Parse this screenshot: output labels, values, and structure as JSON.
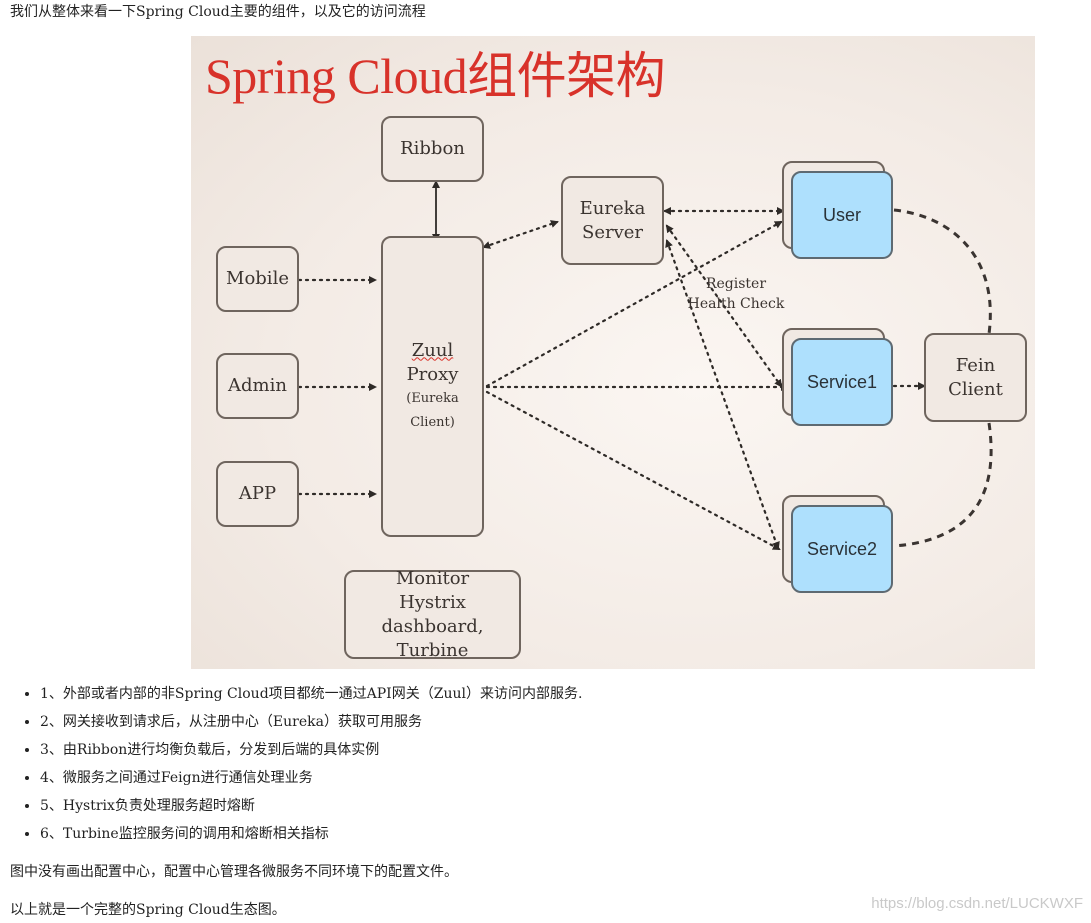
{
  "intro": "我们从整体来看一下Spring Cloud主要的组件，以及它的访问流程",
  "figure": {
    "title": "Spring Cloud组件架构",
    "nodes": {
      "ribbon": "Ribbon",
      "mobile": "Mobile",
      "admin": "Admin",
      "app": "APP",
      "zuul": "Zuul",
      "proxy": "Proxy",
      "eureka_client": "(Eureka",
      "eureka_client2": "Client)",
      "eureka_server_1": "Eureka",
      "eureka_server_2": "Server",
      "user": "User",
      "service1": "Service1",
      "service2": "Service2",
      "fein_1": "Fein",
      "fein_2": "Client",
      "monitor_1": "Monitor",
      "monitor_2": "Hystrix dashboard,",
      "monitor_3": "Turbine"
    },
    "label_register": "Register",
    "label_health": "Health Check",
    "colors": {
      "title": "#d8322a",
      "service_fill": "#aee0fd",
      "border": "#6f655e"
    }
  },
  "steps": [
    "1、外部或者内部的非Spring Cloud项目都统一通过API网关（Zuul）来访问内部服务.",
    "2、网关接收到请求后，从注册中心（Eureka）获取可用服务",
    "3、由Ribbon进行均衡负载后，分发到后端的具体实例",
    "4、微服务之间通过Feign进行通信处理业务",
    "5、Hystrix负责处理服务超时熔断",
    "6、Turbine监控服务间的调用和熔断相关指标"
  ],
  "note1": "图中没有画出配置中心，配置中心管理各微服务不同环境下的配置文件。",
  "note2": "以上就是一个完整的Spring Cloud生态图。",
  "watermark": "https://blog.csdn.net/LUCKWXF"
}
